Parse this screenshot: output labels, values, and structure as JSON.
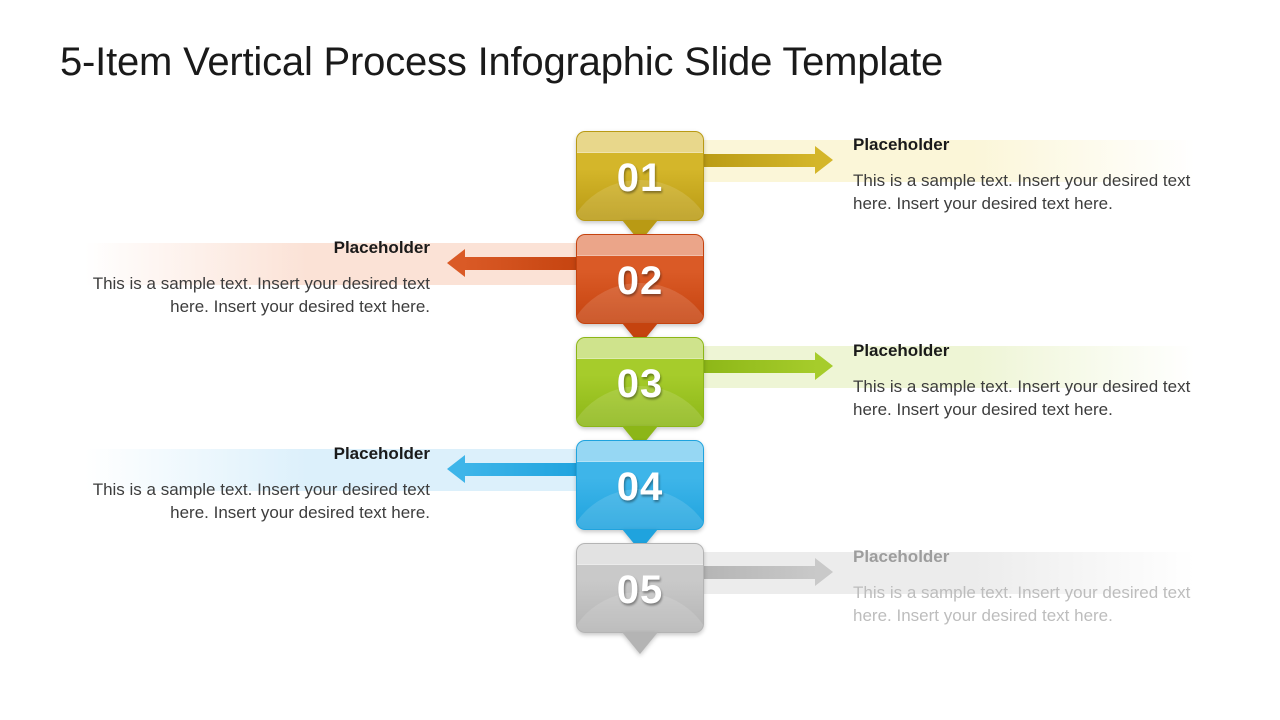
{
  "slide": {
    "title": "5-Item Vertical Process Infographic Slide Template",
    "background": "#ffffff"
  },
  "items": [
    {
      "number": "01",
      "side": "right",
      "heading": "Placeholder",
      "body": "This is a sample text. Insert your desired text here. Insert your desired text here.",
      "color": "#d4b62a",
      "color_dark": "#b99a14",
      "color_light": "#ece27f",
      "band_tint": "#fbf6d8",
      "muted": false
    },
    {
      "number": "02",
      "side": "left",
      "heading": "Placeholder",
      "body": "This is a sample text. Insert your desired text here. Insert your desired text here.",
      "color": "#da5a26",
      "color_dark": "#c5430f",
      "color_light": "#ef9e78",
      "band_tint": "#fbe2d6",
      "muted": false
    },
    {
      "number": "03",
      "side": "right",
      "heading": "Placeholder",
      "body": "This is a sample text. Insert your desired text here. Insert your desired text here.",
      "color": "#a6cc2b",
      "color_dark": "#8cb617",
      "color_light": "#d6e88f",
      "band_tint": "#eef5d5",
      "muted": false
    },
    {
      "number": "04",
      "side": "left",
      "heading": "Placeholder",
      "body": "This is a sample text. Insert your desired text here. Insert your desired text here.",
      "color": "#3eb5e9",
      "color_dark": "#1fa3de",
      "color_light": "#a5dcf5",
      "band_tint": "#dcf0fb",
      "muted": false
    },
    {
      "number": "05",
      "side": "right",
      "heading": "Placeholder",
      "body": "This is a sample text. Insert your desired text here. Insert your desired text here.",
      "color": "#c9c9c9",
      "color_dark": "#b4b4b4",
      "color_light": "#e4e4e4",
      "band_tint": "#ececec",
      "muted": true
    }
  ]
}
